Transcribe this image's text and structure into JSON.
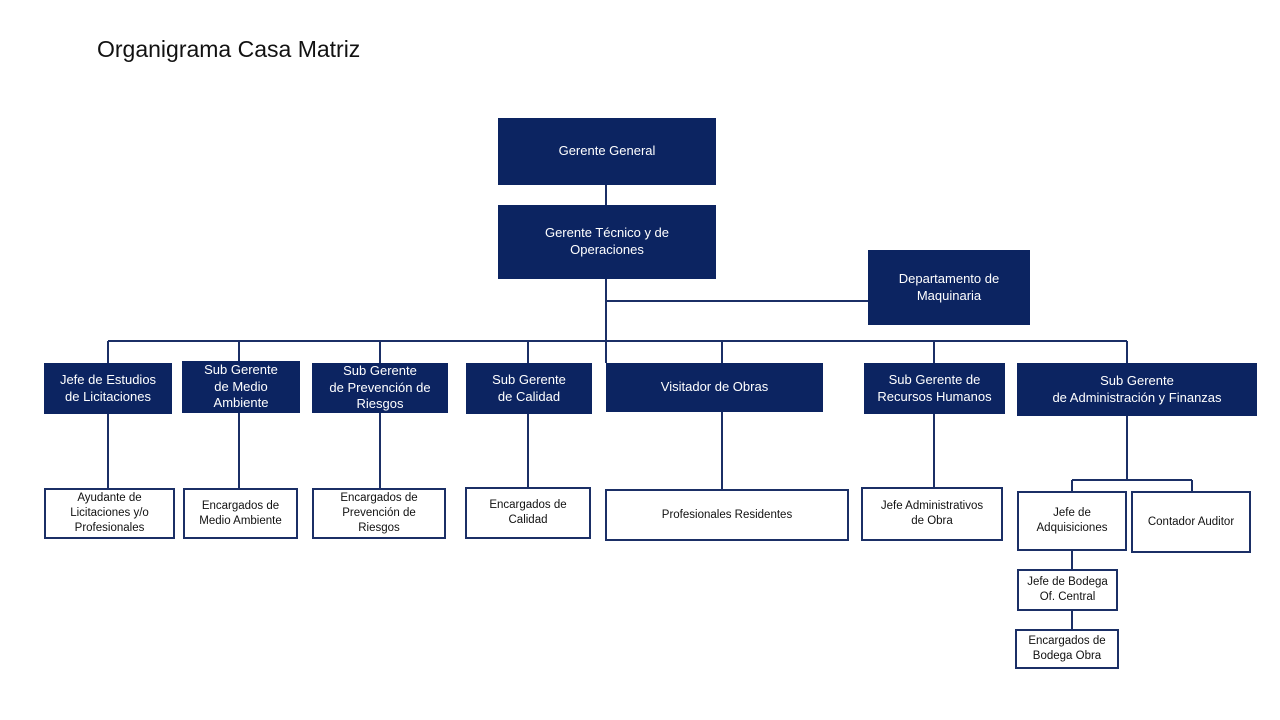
{
  "title": "Organigrama Casa Matriz",
  "colors": {
    "dark_box": "#0c2461",
    "line": "#1b2f66"
  },
  "nodes": {
    "gerente_general": "Gerente General",
    "gerente_tecnico": "Gerente Técnico y de\nOperaciones",
    "depto_maquinaria": "Departamento de\nMaquinaria",
    "jefe_estudios": "Jefe de Estudios\nde Licitaciones",
    "sg_medio_ambiente": "Sub Gerente\nde Medio\nAmbiente",
    "sg_prevencion": "Sub Gerente\nde Prevención de\nRiesgos",
    "sg_calidad": "Sub Gerente\nde Calidad",
    "visitador_obras": "Visitador de Obras",
    "sg_rrhh": "Sub Gerente de\nRecursos Humanos",
    "sg_admin": "Sub Gerente\nde Administración y Finanzas",
    "ayudante_licitaciones": "Ayudante de\nLicitaciones y/o\nProfesionales",
    "enc_medio_ambiente": "Encargados de\nMedio Ambiente",
    "enc_prevencion": "Encargados de\nPrevención de\nRiesgos",
    "enc_calidad": "Encargados de\nCalidad",
    "prof_residentes": "Profesionales Residentes",
    "jefe_administrativos": "Jefe Administrativos\nde Obra",
    "jefe_adquisiciones": "Jefe de\nAdquisiciones",
    "contador_auditor": "Contador Auditor",
    "jefe_bodega": "Jefe de Bodega\nOf. Central",
    "enc_bodega_obra": "Encargados de\nBodega Obra"
  }
}
